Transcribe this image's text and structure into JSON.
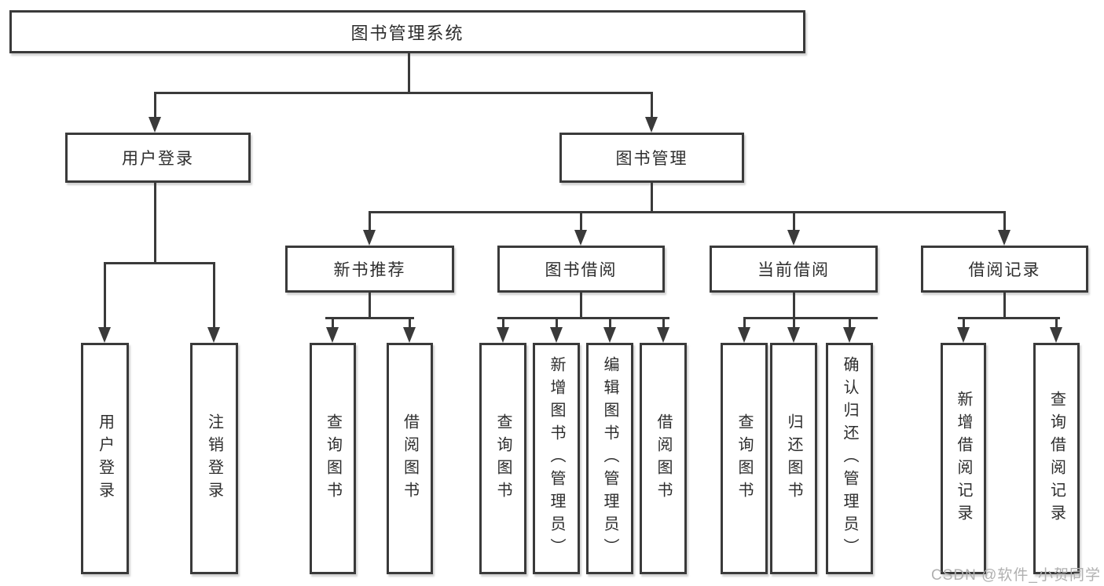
{
  "tree": {
    "root": {
      "label": "图书管理系统"
    },
    "children": [
      {
        "label": "用户登录",
        "children": [
          {
            "label": "用户登录"
          },
          {
            "label": "注销登录"
          }
        ]
      },
      {
        "label": "图书管理",
        "children": [
          {
            "label": "新书推荐",
            "children": [
              {
                "label": "查询图书"
              },
              {
                "label": "借阅图书"
              }
            ]
          },
          {
            "label": "图书借阅",
            "children": [
              {
                "label": "查询图书"
              },
              {
                "label": "新增图书（管理员）"
              },
              {
                "label": "编辑图书（管理员）"
              },
              {
                "label": "借阅图书"
              }
            ]
          },
          {
            "label": "当前借阅",
            "children": [
              {
                "label": "查询图书"
              },
              {
                "label": "归还图书"
              },
              {
                "label": "确认归还（管理员）"
              }
            ]
          },
          {
            "label": "借阅记录",
            "children": [
              {
                "label": "新增借阅记录"
              },
              {
                "label": "查询借阅记录"
              }
            ]
          }
        ]
      }
    ]
  },
  "watermark": {
    "text": "CSDN @软件_小贺同学"
  },
  "colors": {
    "line": "#3a3a3a",
    "text": "#2d2d2d",
    "box_background": "#ffffff",
    "page_background": "#ffffff",
    "watermark": "#b0b0b0"
  }
}
